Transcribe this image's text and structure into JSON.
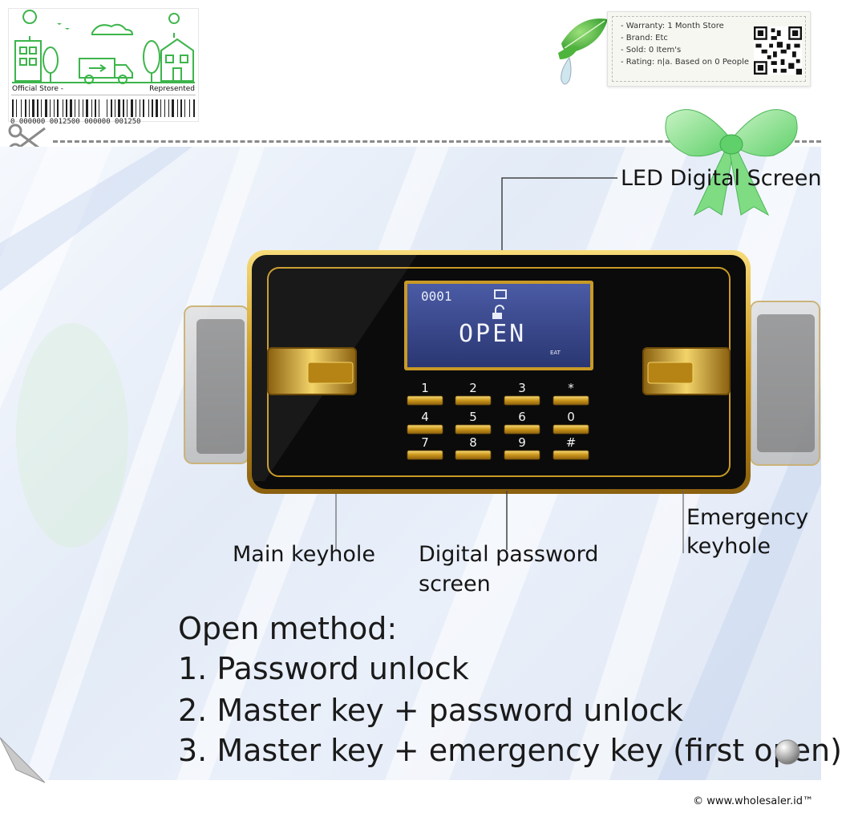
{
  "store_badge": {
    "store_name": "Official Store -",
    "represented": "Represented",
    "barcode_digits": "0  000000  0012500  000000  001250"
  },
  "info_card": {
    "lines": [
      "- Warranty: 1 Month Store",
      "- Brand: Etc",
      "- Sold: 0 Item's",
      "- Rating: n|a. Based on 0 People"
    ]
  },
  "labels": {
    "led_screen": "LED Digital Screen",
    "main_keyhole": "Main keyhole",
    "digital_password_1": "Digital password",
    "digital_password_2": "screen",
    "emergency_1": "Emergency",
    "emergency_2": "keyhole"
  },
  "display": {
    "counter": "0001",
    "status": "OPEN",
    "small_text": "EAT"
  },
  "keypad": {
    "keys": [
      "1",
      "2",
      "3",
      "*",
      "4",
      "5",
      "6",
      "0",
      "7",
      "8",
      "9",
      "#"
    ]
  },
  "open_method": {
    "title": "Open method:",
    "items": [
      "1. Password unlock",
      "2. Master key + password unlock",
      "3. Master key + emergency key (first open)"
    ]
  },
  "footer": {
    "copyright": "© www.wholesaler.id™"
  },
  "colors": {
    "gold": "#d6a521",
    "panel_black": "#0b0b0b",
    "lcd_blue": "#3b4a8f",
    "green_accent": "#3cb54a"
  }
}
